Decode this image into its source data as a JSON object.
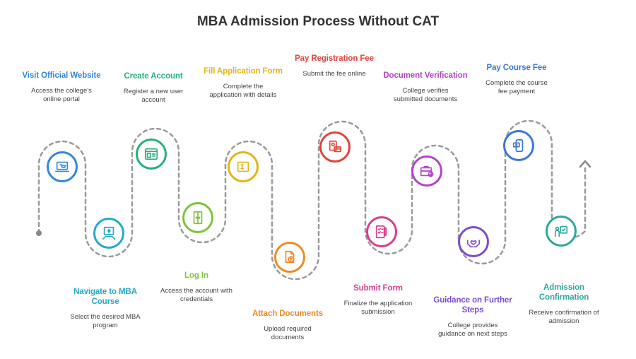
{
  "title": "MBA Admission Process Without CAT",
  "steps": [
    {
      "title": "Visit Official Website",
      "desc": "Access the college's online portal",
      "color": "#2f88e0",
      "icon": "laptop-cart-icon"
    },
    {
      "title": "Navigate to MBA Course",
      "desc": "Select the desired MBA program",
      "color": "#24a9c9",
      "icon": "course-book-icon"
    },
    {
      "title": "Create Account",
      "desc": "Register a new user account",
      "color": "#27ae79",
      "icon": "browser-grid-icon"
    },
    {
      "title": "Log In",
      "desc": "Access the account with credentials",
      "color": "#7cc43a",
      "icon": "door-login-icon"
    },
    {
      "title": "Fill Application Form",
      "desc": "Complete the application with details",
      "color": "#e3b418",
      "icon": "form-fill-icon"
    },
    {
      "title": "Attach Documents",
      "desc": "Upload required documents",
      "color": "#ef8a23",
      "icon": "document-upload-icon"
    },
    {
      "title": "Pay Registration Fee",
      "desc": "Submit the fee online",
      "color": "#e4423b",
      "icon": "payment-card-icon"
    },
    {
      "title": "Submit Form",
      "desc": "Finalize the application submission",
      "color": "#da3d8b",
      "icon": "checklist-submit-icon"
    },
    {
      "title": "Document Verification",
      "desc": "College verifies submitted documents",
      "color": "#b344c8",
      "icon": "briefcase-check-icon"
    },
    {
      "title": "Guidance on Further Steps",
      "desc": "College provides guidance on next steps",
      "color": "#7b4cd0",
      "icon": "hands-heart-icon"
    },
    {
      "title": "Pay Course Fee",
      "desc": "Complete the course fee payment",
      "color": "#3d77d8",
      "icon": "mobile-payment-icon"
    },
    {
      "title": "Admission Confirmation",
      "desc": "Receive confirmation of admission",
      "color": "#2ba89a",
      "icon": "person-board-check-icon"
    }
  ]
}
